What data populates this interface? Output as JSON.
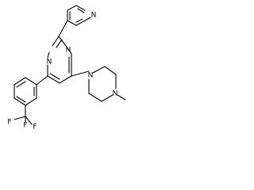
{
  "molecule": {
    "atoms": {
      "pyridine_nitrogen": "N",
      "pyrimidine_nitrogen_top": "N",
      "pyrimidine_nitrogen_bottom": "N",
      "piperazine_nitrogen_top": "N",
      "piperazine_nitrogen_bottom": "N",
      "fluorine_top": "F",
      "fluorine_left": "F",
      "fluorine_bottom": "F"
    }
  }
}
